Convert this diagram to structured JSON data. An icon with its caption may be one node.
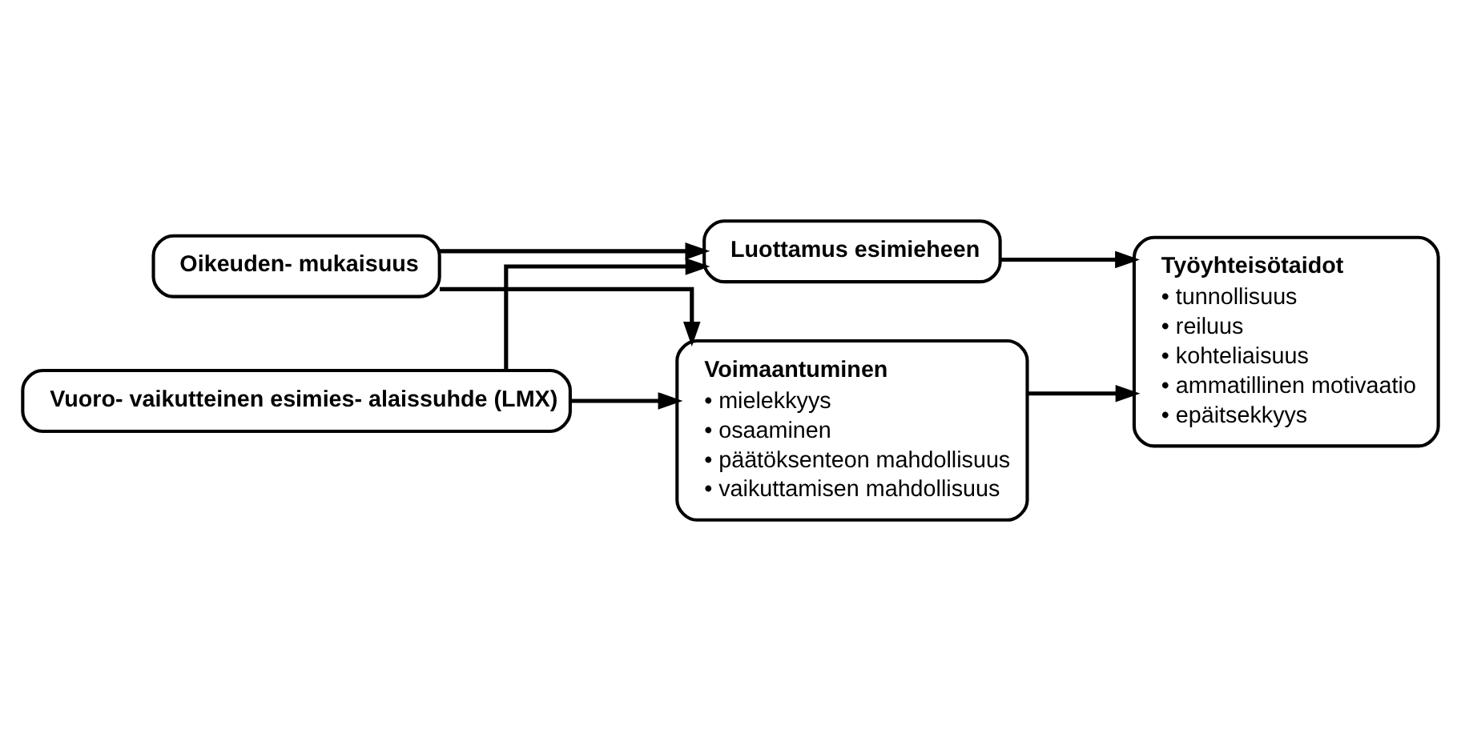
{
  "diagram": {
    "nodes": [
      {
        "text": [
          "Oikeuden- mukaisuus"
        ]
      },
      {
        "text": [
          "Vuoro- vaikutteinen esimies- alaissuhde (LMX)"
        ]
      },
      {
        "text": [
          "Luottamus esimieheen"
        ]
      },
      {
        "text": [
          "Voimaantuminen",
          "• mielekkyys",
          "• osaaminen",
          "• päätöksenteon mahdollisuus",
          "• vaikuttamisen mahdollisuus"
        ]
      },
      {
        "text": [
          "Työyhteisötaidot",
          "• tunnollisuus",
          "• reiluus",
          "• kohteliaisuus",
          "• ammatillinen motivaatio",
          "• epäitsekkyys"
        ]
      }
    ],
    "edges": [
      {
        "from": 0,
        "to": 2,
        "arrow": "to"
      },
      {
        "from": 0,
        "to": 3,
        "arrow": "to"
      },
      {
        "from": 1,
        "to": 2,
        "arrow": "to"
      },
      {
        "from": 1,
        "to": 3,
        "arrow": "to"
      },
      {
        "from": 2,
        "to": 4,
        "arrow": "to"
      },
      {
        "from": 3,
        "to": 4,
        "arrow": "to"
      }
    ]
  }
}
